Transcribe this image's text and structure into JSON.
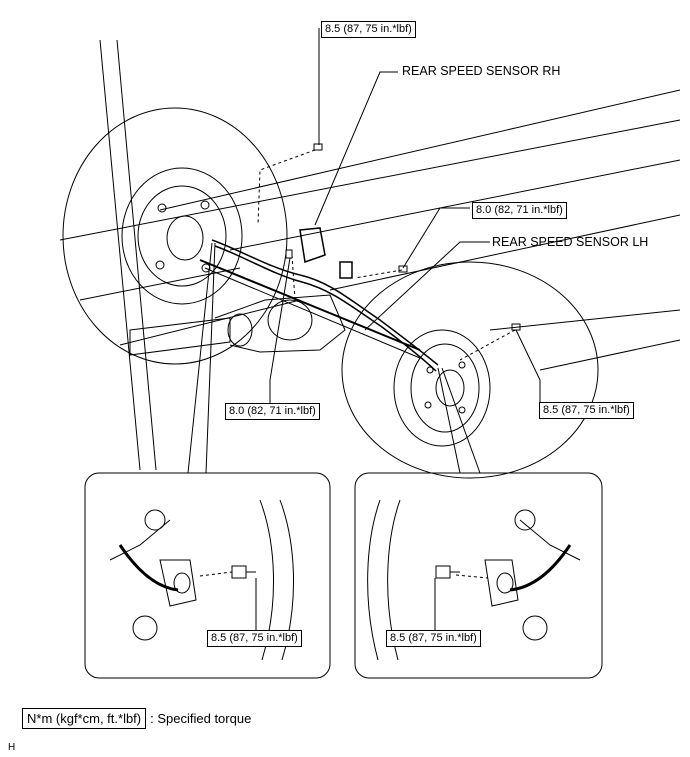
{
  "labels": {
    "part_rh": "REAR SPEED SENSOR RH",
    "part_lh": "REAR SPEED SENSOR LH",
    "torque_top": "8.5 (87, 75 in.*lbf)",
    "torque_rh_bracket": "8.0 (82, 71 in.*lbf)",
    "torque_center": "8.0 (82, 71 in.*lbf)",
    "torque_lh_right": "8.5 (87, 75 in.*lbf)",
    "torque_detail_left": "8.5 (87, 75 in.*lbf)",
    "torque_detail_right": "8.5 (87, 75 in.*lbf)"
  },
  "legend": {
    "unit": "N*m (kgf*cm, ft.*lbf)",
    "text": ": Specified torque"
  },
  "ref_code": "H"
}
